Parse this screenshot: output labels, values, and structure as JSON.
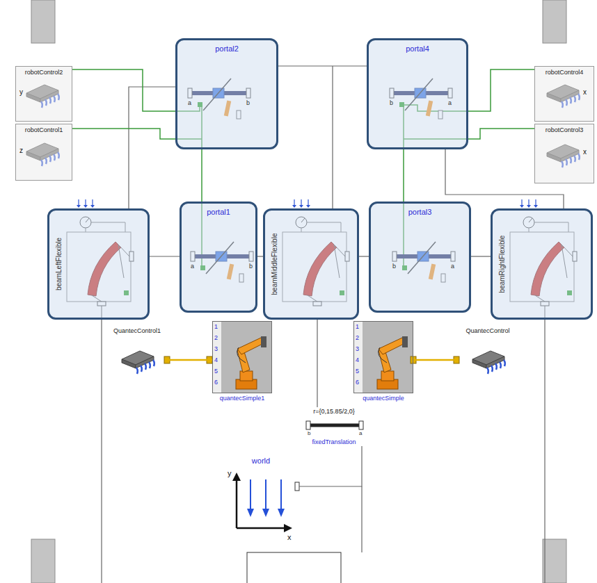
{
  "diagram": {
    "nodes": [
      {
        "text": [
          "robotControl2"
        ]
      },
      {
        "text": [
          "robotControl1"
        ]
      },
      {
        "text": [
          "portal2"
        ]
      },
      {
        "text": [
          "portal4"
        ]
      },
      {
        "text": [
          "robotControl4"
        ]
      },
      {
        "text": [
          "robotControl3"
        ]
      },
      {
        "text": [
          "beamLeftFlexible"
        ]
      },
      {
        "text": [
          "portal1"
        ]
      },
      {
        "text": [
          "beamMiddleFlexible"
        ]
      },
      {
        "text": [
          "portal3"
        ]
      },
      {
        "text": [
          "beamRightFlexible"
        ]
      },
      {
        "text": [
          "QuantecControl1"
        ]
      },
      {
        "text": [
          "quantecSimple1"
        ]
      },
      {
        "text": [
          "quantecSimple"
        ]
      },
      {
        "text": [
          "QuantecControl"
        ]
      },
      {
        "text": [
          "r={0,15.85/2,0}",
          "fixedTranslation"
        ]
      },
      {
        "text": [
          "world"
        ]
      }
    ],
    "edges": [
      {
        "from": 0,
        "to": 2,
        "arrow": "none"
      },
      {
        "from": 1,
        "to": 2,
        "arrow": "none"
      },
      {
        "from": 2,
        "to": 7,
        "arrow": "none"
      },
      {
        "from": 4,
        "to": 3,
        "arrow": "none"
      },
      {
        "from": 5,
        "to": 3,
        "arrow": "none"
      },
      {
        "from": 3,
        "to": 9,
        "arrow": "none"
      },
      {
        "from": 2,
        "to": 3,
        "arrow": "none"
      },
      {
        "from": 6,
        "to": 7,
        "arrow": "none"
      },
      {
        "from": 7,
        "to": 8,
        "arrow": "none"
      },
      {
        "from": 8,
        "to": 9,
        "arrow": "none"
      },
      {
        "from": 9,
        "to": 10,
        "arrow": "none"
      },
      {
        "from": 11,
        "to": 12,
        "arrow": "none"
      },
      {
        "from": 14,
        "to": 13,
        "arrow": "none"
      },
      {
        "from": 8,
        "to": 15,
        "arrow": "none"
      },
      {
        "from": 15,
        "to": 16,
        "arrow": "none"
      }
    ],
    "labels": [
      "y",
      "z",
      "x",
      "x",
      "a",
      "b",
      "b",
      "a",
      "a",
      "b",
      "b",
      "a",
      "1",
      "2",
      "3",
      "4",
      "5",
      "6",
      "1",
      "2",
      "3",
      "4",
      "5",
      "6",
      "b",
      "a",
      "y",
      "x"
    ]
  }
}
